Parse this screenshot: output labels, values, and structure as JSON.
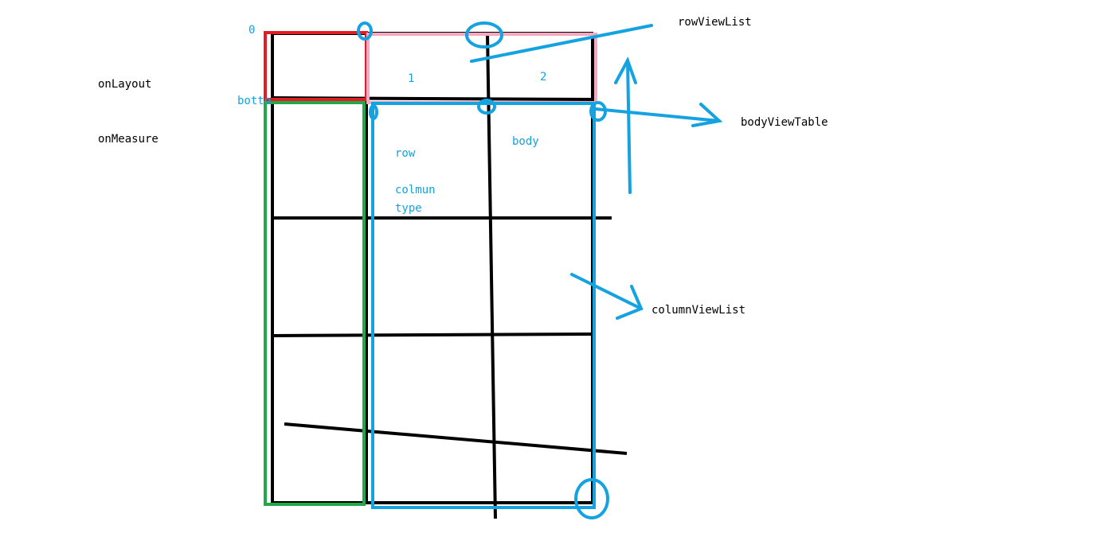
{
  "labels": {
    "row_view_list": "rowViewList",
    "on_layout": "onLayout",
    "on_measure": "onMeasure",
    "body_view_table": "bodyViewTable",
    "column_view_list": "columnViewList",
    "zero": "0",
    "one": "1",
    "two": "2",
    "botto": "botto",
    "row": "row",
    "colmun": "colmun",
    "type": "type",
    "body": "body"
  },
  "colors": {
    "black": "#000000",
    "red": "#e31b23",
    "pink": "#f7a8c0",
    "green": "#22a84a",
    "blue": "#14a2e0"
  }
}
